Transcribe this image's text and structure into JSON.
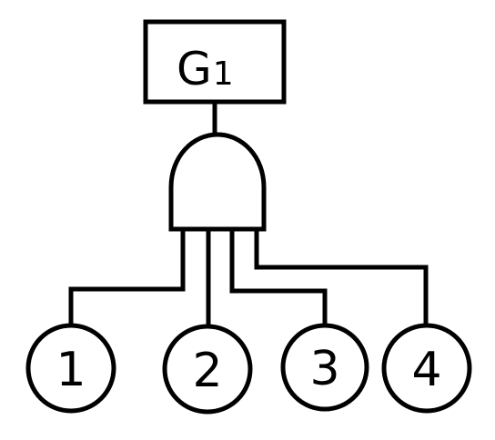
{
  "gate": {
    "label_main": "G",
    "label_sub": "1",
    "gate_type": "and-gate-icon"
  },
  "events": [
    {
      "label": "1"
    },
    {
      "label": "2"
    },
    {
      "label": "3"
    },
    {
      "label": "4"
    }
  ],
  "colors": {
    "stroke": "#000000",
    "background": "#ffffff"
  }
}
